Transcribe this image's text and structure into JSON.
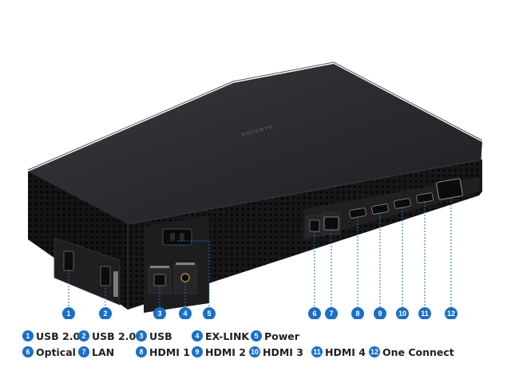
{
  "brand": "SAMSUNG",
  "accent_color": "#1a6fc4",
  "device_color": "#1b1b1d",
  "callout_numbers": [
    "1",
    "2",
    "3",
    "4",
    "5",
    "6",
    "7",
    "8",
    "9",
    "10",
    "11",
    "12"
  ],
  "legend": [
    {
      "num": "1",
      "label": "USB 2.0"
    },
    {
      "num": "2",
      "label": "USB 2.0"
    },
    {
      "num": "3",
      "label": "USB"
    },
    {
      "num": "4",
      "label": "EX-LINK"
    },
    {
      "num": "5",
      "label": "Power"
    },
    {
      "num": "6",
      "label": "Optical"
    },
    {
      "num": "7",
      "label": "LAN"
    },
    {
      "num": "8",
      "label": "HDMI 1"
    },
    {
      "num": "9",
      "label": "HDMI 2"
    },
    {
      "num": "10",
      "label": "HDMI 3"
    },
    {
      "num": "11",
      "label": "HDMI 4"
    },
    {
      "num": "12",
      "label": "One Connect"
    }
  ]
}
